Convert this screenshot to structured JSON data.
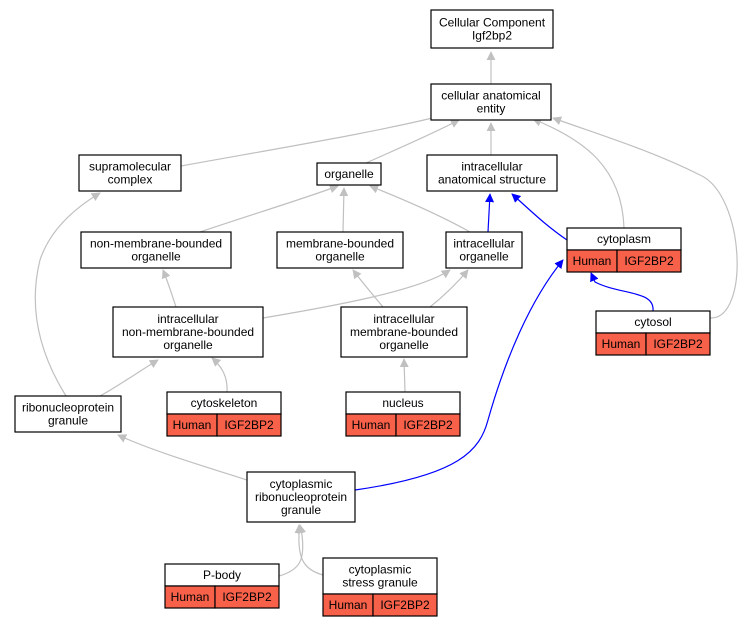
{
  "colors": {
    "edge_default": "#c0c0c0",
    "edge_highlight": "#0000ff",
    "annotation_fill": "#f7614a",
    "box_fill": "#ffffff",
    "box_stroke": "#000000"
  },
  "nodes": [
    {
      "id": "root",
      "lines": [
        "Cellular Component",
        "Igf2bp2"
      ]
    },
    {
      "id": "cae",
      "lines": [
        "cellular anatomical",
        "entity"
      ]
    },
    {
      "id": "supramol",
      "lines": [
        "supramolecular",
        "complex"
      ]
    },
    {
      "id": "organelle",
      "lines": [
        "organelle"
      ]
    },
    {
      "id": "ias",
      "lines": [
        "intracellular",
        "anatomical structure"
      ]
    },
    {
      "id": "nmbo",
      "lines": [
        "non-membrane-bounded",
        "organelle"
      ]
    },
    {
      "id": "mbo",
      "lines": [
        "membrane-bounded",
        "organelle"
      ]
    },
    {
      "id": "io",
      "lines": [
        "intracellular",
        "organelle"
      ]
    },
    {
      "id": "cytoplasm",
      "lines": [
        "cytoplasm"
      ],
      "annotations": [
        "Human",
        "IGF2BP2"
      ]
    },
    {
      "id": "inmbo",
      "lines": [
        "intracellular",
        "non-membrane-bounded",
        "organelle"
      ]
    },
    {
      "id": "imbo",
      "lines": [
        "intracellular",
        "membrane-bounded",
        "organelle"
      ]
    },
    {
      "id": "cytosol",
      "lines": [
        "cytosol"
      ],
      "annotations": [
        "Human",
        "IGF2BP2"
      ]
    },
    {
      "id": "rnp",
      "lines": [
        "ribonucleoprotein",
        "granule"
      ]
    },
    {
      "id": "cytoskeleton",
      "lines": [
        "cytoskeleton"
      ],
      "annotations": [
        "Human",
        "IGF2BP2"
      ]
    },
    {
      "id": "nucleus",
      "lines": [
        "nucleus"
      ],
      "annotations": [
        "Human",
        "IGF2BP2"
      ]
    },
    {
      "id": "crnp",
      "lines": [
        "cytoplasmic",
        "ribonucleoprotein",
        "granule"
      ]
    },
    {
      "id": "pbody",
      "lines": [
        "P-body"
      ],
      "annotations": [
        "Human",
        "IGF2BP2"
      ]
    },
    {
      "id": "csg",
      "lines": [
        "cytoplasmic",
        "stress granule"
      ],
      "annotations": [
        "Human",
        "IGF2BP2"
      ]
    }
  ],
  "edges": [
    {
      "from": "cae",
      "to": "root",
      "highlight": false
    },
    {
      "from": "supramol",
      "to": "cae",
      "highlight": false
    },
    {
      "from": "organelle",
      "to": "cae",
      "highlight": false
    },
    {
      "from": "ias",
      "to": "cae",
      "highlight": false
    },
    {
      "from": "cytoplasm",
      "to": "cae",
      "highlight": false
    },
    {
      "from": "cytosol",
      "to": "cae",
      "highlight": false
    },
    {
      "from": "nmbo",
      "to": "organelle",
      "highlight": false
    },
    {
      "from": "mbo",
      "to": "organelle",
      "highlight": false
    },
    {
      "from": "io",
      "to": "organelle",
      "highlight": false
    },
    {
      "from": "io",
      "to": "ias",
      "highlight": true
    },
    {
      "from": "cytoplasm",
      "to": "ias",
      "highlight": true
    },
    {
      "from": "inmbo",
      "to": "nmbo",
      "highlight": false
    },
    {
      "from": "inmbo",
      "to": "io",
      "highlight": false
    },
    {
      "from": "imbo",
      "to": "mbo",
      "highlight": false
    },
    {
      "from": "imbo",
      "to": "io",
      "highlight": false
    },
    {
      "from": "cytosol",
      "to": "cytoplasm",
      "highlight": true
    },
    {
      "from": "rnp",
      "to": "supramol",
      "highlight": false
    },
    {
      "from": "rnp",
      "to": "inmbo",
      "highlight": false
    },
    {
      "from": "cytoskeleton",
      "to": "inmbo",
      "highlight": false
    },
    {
      "from": "nucleus",
      "to": "imbo",
      "highlight": false
    },
    {
      "from": "crnp",
      "to": "rnp",
      "highlight": false
    },
    {
      "from": "crnp",
      "to": "cytoplasm",
      "highlight": true
    },
    {
      "from": "pbody",
      "to": "crnp",
      "highlight": false
    },
    {
      "from": "csg",
      "to": "crnp",
      "highlight": false
    }
  ]
}
